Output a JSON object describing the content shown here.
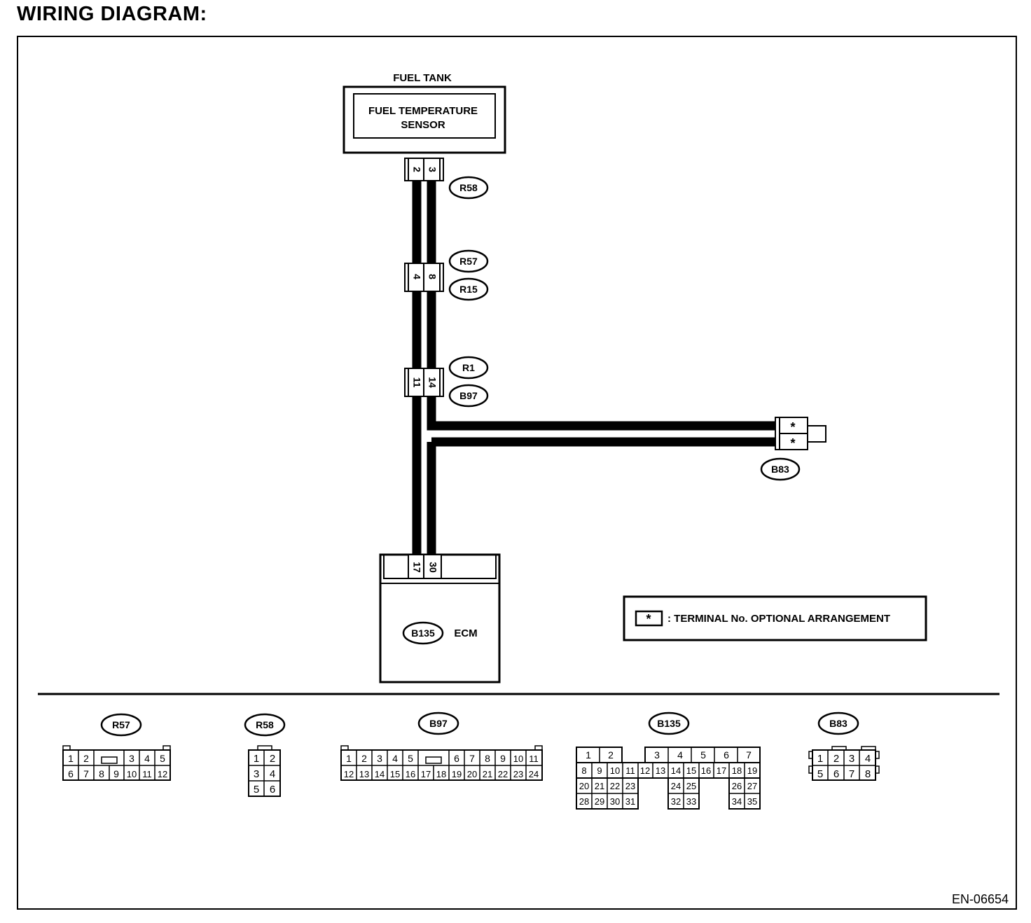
{
  "heading": "WIRING DIAGRAM:",
  "fuel_tank": {
    "label": "FUEL TANK",
    "sensor_line1": "FUEL TEMPERATURE",
    "sensor_line2": "SENSOR"
  },
  "splice_connectors": [
    {
      "pins": [
        "2",
        "3"
      ],
      "labels": [
        "R58"
      ]
    },
    {
      "pins": [
        "4",
        "8"
      ],
      "labels": [
        "R57",
        "R15"
      ]
    },
    {
      "pins": [
        "11",
        "14"
      ],
      "labels": [
        "R1",
        "B97"
      ]
    }
  ],
  "b83_connector": {
    "pins": [
      "*",
      "*"
    ],
    "label": "B83"
  },
  "ecm": {
    "pins": [
      "17",
      "30"
    ],
    "connector": "B135",
    "label": "ECM"
  },
  "legend": {
    "symbol": "*",
    "text": ": TERMINAL No. OPTIONAL ARRANGEMENT"
  },
  "pinouts": [
    {
      "name": "R57",
      "rows": [
        [
          "1",
          "2",
          "",
          "3",
          "4",
          "5"
        ],
        [
          "6",
          "7",
          "8",
          "9",
          "10",
          "11",
          "12"
        ]
      ]
    },
    {
      "name": "R58",
      "rows": [
        [
          "1",
          "2"
        ],
        [
          "3",
          "4"
        ],
        [
          "5",
          "6"
        ]
      ]
    },
    {
      "name": "B97",
      "rows": [
        [
          "1",
          "2",
          "3",
          "4",
          "5",
          "",
          "6",
          "7",
          "8",
          "9",
          "10",
          "11"
        ],
        [
          "12",
          "13",
          "14",
          "15",
          "16",
          "17",
          "18",
          "19",
          "20",
          "21",
          "22",
          "23",
          "24"
        ]
      ]
    },
    {
      "name": "B135",
      "rows": [
        [
          "1",
          "2",
          "",
          "3",
          "4",
          "5",
          "6",
          "7"
        ],
        [
          "8",
          "9",
          "10",
          "11",
          "12",
          "13",
          "14",
          "15",
          "16",
          "17",
          "18",
          "19"
        ],
        [
          "20",
          "21",
          "22",
          "23",
          "",
          "24",
          "25",
          "",
          "26",
          "27"
        ],
        [
          "28",
          "29",
          "30",
          "31",
          "",
          "32",
          "33",
          "",
          "34",
          "35"
        ]
      ]
    },
    {
      "name": "B83",
      "rows": [
        [
          "1",
          "2",
          "3",
          "4"
        ],
        [
          "5",
          "6",
          "7",
          "8"
        ]
      ]
    }
  ],
  "doc_code": "EN-06654",
  "colors": {
    "ink": "#000000",
    "background": "#ffffff"
  }
}
